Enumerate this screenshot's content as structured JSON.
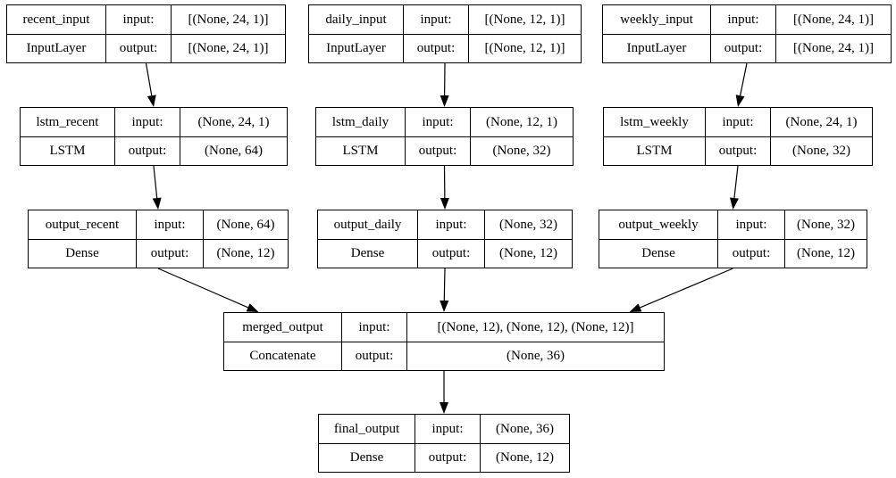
{
  "nodes": [
    {
      "id": "recent_input",
      "name": "recent_input",
      "type": "InputLayer",
      "input": "[(None, 24, 1)]",
      "output": "[(None, 24, 1)]"
    },
    {
      "id": "daily_input",
      "name": "daily_input",
      "type": "InputLayer",
      "input": "[(None, 12, 1)]",
      "output": "[(None, 12, 1)]"
    },
    {
      "id": "weekly_input",
      "name": "weekly_input",
      "type": "InputLayer",
      "input": "[(None, 24, 1)]",
      "output": "[(None, 24, 1)]"
    },
    {
      "id": "lstm_recent",
      "name": "lstm_recent",
      "type": "LSTM",
      "input": "(None, 24, 1)",
      "output": "(None, 64)"
    },
    {
      "id": "lstm_daily",
      "name": "lstm_daily",
      "type": "LSTM",
      "input": "(None, 12, 1)",
      "output": "(None, 32)"
    },
    {
      "id": "lstm_weekly",
      "name": "lstm_weekly",
      "type": "LSTM",
      "input": "(None, 24, 1)",
      "output": "(None, 32)"
    },
    {
      "id": "output_recent",
      "name": "output_recent",
      "type": "Dense",
      "input": "(None, 64)",
      "output": "(None, 12)"
    },
    {
      "id": "output_daily",
      "name": "output_daily",
      "type": "Dense",
      "input": "(None, 32)",
      "output": "(None, 12)"
    },
    {
      "id": "output_weekly",
      "name": "output_weekly",
      "type": "Dense",
      "input": "(None, 32)",
      "output": "(None, 12)"
    },
    {
      "id": "merged_output",
      "name": "merged_output",
      "type": "Concatenate",
      "input": "[(None, 12), (None, 12), (None, 12)]",
      "output": "(None, 36)"
    },
    {
      "id": "final_output",
      "name": "final_output",
      "type": "Dense",
      "input": "(None, 36)",
      "output": "(None, 12)"
    }
  ],
  "edges": [
    {
      "from": "recent_input",
      "to": "lstm_recent"
    },
    {
      "from": "daily_input",
      "to": "lstm_daily"
    },
    {
      "from": "weekly_input",
      "to": "lstm_weekly"
    },
    {
      "from": "lstm_recent",
      "to": "output_recent"
    },
    {
      "from": "lstm_daily",
      "to": "output_daily"
    },
    {
      "from": "lstm_weekly",
      "to": "output_weekly"
    },
    {
      "from": "output_recent",
      "to": "merged_output"
    },
    {
      "from": "output_daily",
      "to": "merged_output"
    },
    {
      "from": "output_weekly",
      "to": "merged_output"
    },
    {
      "from": "merged_output",
      "to": "final_output"
    }
  ],
  "labels": {
    "input_label": "input:",
    "output_label": "output:"
  }
}
